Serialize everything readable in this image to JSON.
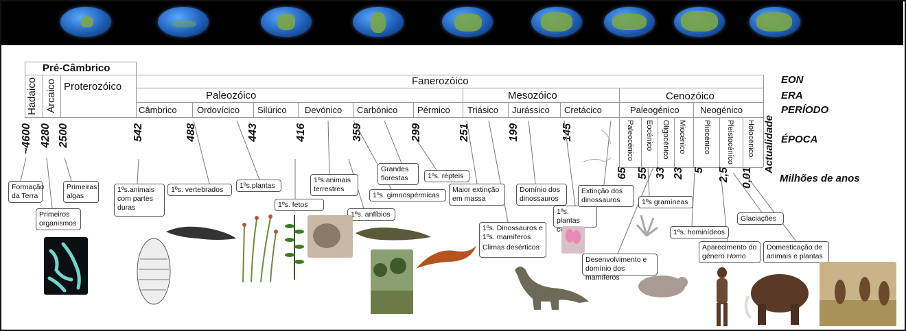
{
  "eon": {
    "pre": "Pré-Câmbrico",
    "fan": "Fanerozóico",
    "hadaico": "Hadaico",
    "arcaico": "Arcaico",
    "proterozoico": "Proterozóico"
  },
  "eras": {
    "paleo": "Paleozóico",
    "meso": "Mesozóico",
    "ceno": "Cenozóico"
  },
  "periods": [
    "Câmbrico",
    "Ordovícico",
    "Silúrico",
    "Devónico",
    "Carbónico",
    "Pérmico",
    "Triásico",
    "Jurássico",
    "Cretácico",
    "Paleogénico",
    "Neogénico"
  ],
  "epochs": [
    "Paleocénico",
    "Eocénico",
    "Oligocénico",
    "Miocénico",
    "Pliocénico",
    "Pleistocénico",
    "Holocénico"
  ],
  "actualidade": "Actualidade",
  "ages": [
    "~4600",
    "4280",
    "2500",
    "542",
    "488",
    "443",
    "416",
    "359",
    "299",
    "251",
    "199",
    "145",
    "65",
    "55",
    "33",
    "23",
    "5",
    "2,5",
    "0,01"
  ],
  "legend": {
    "eon": "EON",
    "era": "ERA",
    "periodo": "PERÍODO",
    "epoca": "ÉPOCA",
    "milhoes": "Milhões de anos"
  },
  "events": {
    "formacao": "Formação da Terra",
    "organismos": "Primeiros organismos",
    "algas": "Primeiras algas",
    "animais_partes": "1ºs.animais com partes duras",
    "vertebrados": "1ºs. vertebrados",
    "plantas": "1ºs.plantas",
    "fetos": "1ºs. fetos",
    "animais_terrestres": "1ºs.animais terrestres",
    "anfibios": "1ºs. anfíbios",
    "grandes_florestas": "Grandes florestas",
    "gimnospermicas": "1ºs. gimnospérmicas",
    "repteis": "1ºs. répteis",
    "maior_extincao": "Maior extinção em massa",
    "dinossauros_mamiferos": "1ºs. Dinossauros e 1ºs. mamíferos",
    "climas": "Climas desérticos",
    "dominio_dinossauros": "Domínio dos dinossauros",
    "plantas_flor": "1ºs. plantas com flor",
    "extincao_dinossauros": "Extinção dos dinossauros",
    "desenvolvimento_mamiferos": "Desenvolvimento e domínio dos mamíferos",
    "gramineas": "1ºs gramíneas",
    "hominideos": "1ºs. hominídeos",
    "glaciacoes": "Glaciações",
    "homo_pre": "Aparecimento do género ",
    "homo": "Homo",
    "domesticacao": "Domesticação de animais e plantas"
  },
  "colors": {
    "topbar": "#000000",
    "ocean": "#1f5fb8",
    "land": "#7ba647",
    "grid": "#999999"
  }
}
